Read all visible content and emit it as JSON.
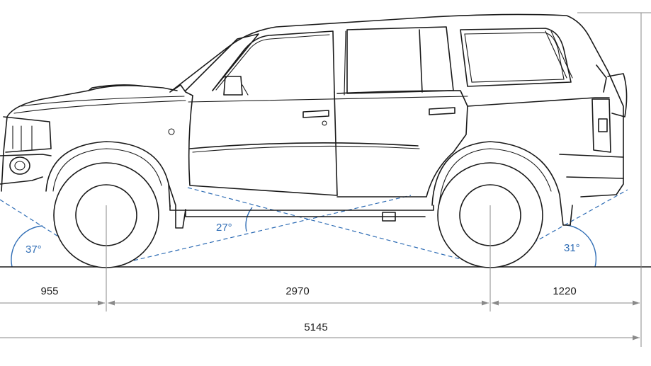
{
  "angles": {
    "approach": "37°",
    "breakover": "27°",
    "departure": "31°"
  },
  "dimensions": {
    "front_overhang": "955",
    "wheelbase": "2970",
    "rear_overhang": "1220",
    "overall_length": "5145"
  },
  "colors": {
    "outline": "#1a1a1a",
    "angle_lines": "#2f6db5",
    "dimension_lines": "#8a8a8a"
  }
}
